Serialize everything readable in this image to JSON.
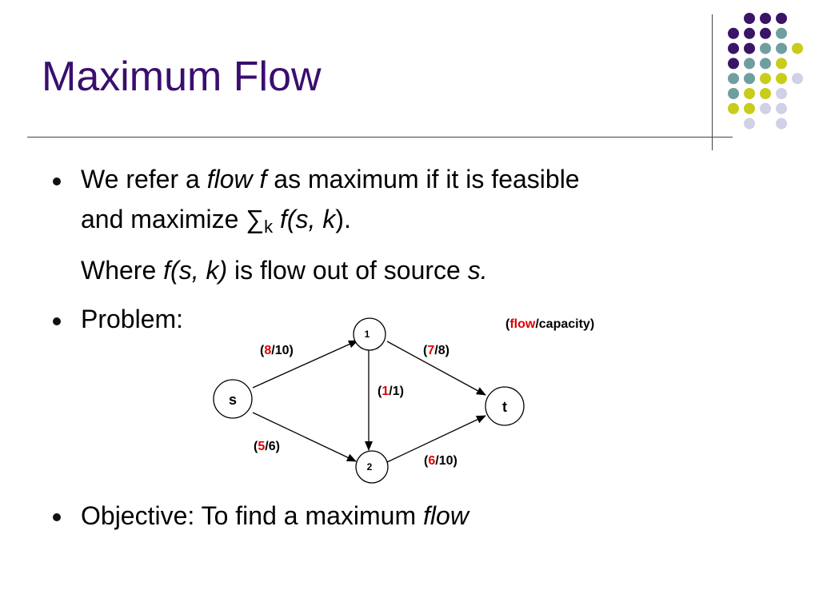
{
  "slide": {
    "title": "Maximum Flow"
  },
  "bullets": {
    "b1_text1": "We refer a ",
    "b1_flow": "flow f",
    "b1_text2": " as maximum if it is feasible",
    "b1_l2_text1": "and maximize ",
    "b1_sigma": "∑",
    "b1_sub": "k",
    "b1_fsk": " f(s, k",
    "b1_close": ").",
    "b1_l3_text1": "Where ",
    "b1_l3_fsk": "f(s, k)",
    "b1_l3_text2": " is flow out of source ",
    "b1_l3_s": "s.",
    "b2_text": "Problem:",
    "b3_text1": "Objective: To find a maximum ",
    "b3_flow": "flow"
  },
  "legend": {
    "open": "(",
    "flow": "flow",
    "rest": "/capacity)"
  },
  "graph": {
    "nodes": [
      {
        "id": "s",
        "label": "s"
      },
      {
        "id": "1",
        "label": "1"
      },
      {
        "id": "2",
        "label": "2"
      },
      {
        "id": "t",
        "label": "t"
      }
    ],
    "edges": [
      {
        "from": "s",
        "to": "1",
        "flow": "8",
        "capacity": "10"
      },
      {
        "from": "1",
        "to": "t",
        "flow": "7",
        "capacity": "8"
      },
      {
        "from": "1",
        "to": "2",
        "flow": "1",
        "capacity": "1"
      },
      {
        "from": "s",
        "to": "2",
        "flow": "5",
        "capacity": "6"
      },
      {
        "from": "2",
        "to": "t",
        "flow": "6",
        "capacity": "10"
      }
    ]
  },
  "colors": {
    "title": "#3a0e6e",
    "flow_value": "#e00000",
    "dot_purple": "#3a1566",
    "dot_teal": "#6f9ea0",
    "dot_yellow": "#c8cc1a",
    "dot_lavender": "#d0d0e6"
  }
}
